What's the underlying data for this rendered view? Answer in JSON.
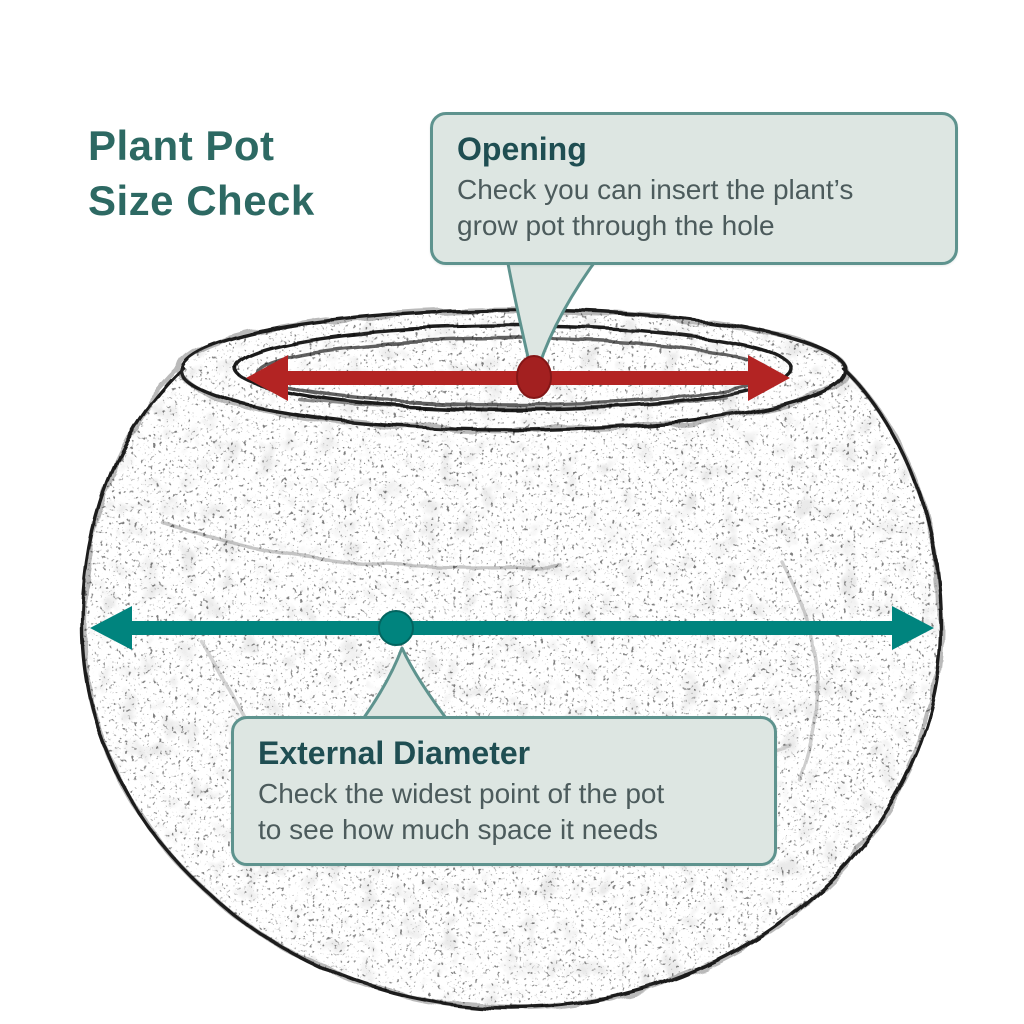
{
  "title": {
    "line1": "Plant Pot",
    "line2": "Size Check"
  },
  "callouts": {
    "opening": {
      "title": "Opening",
      "body_line1": "Check you can insert the plant’s",
      "body_line2": "grow pot through the hole"
    },
    "external": {
      "title": "External Diameter",
      "body_line1": "Check the widest point of the pot",
      "body_line2": "to see how much space it needs"
    }
  },
  "diagram": {
    "subject": "hand-sketched round plant pot",
    "opening_marker": {
      "type": "double-headed-arrow",
      "color": "#b32423",
      "indicates": "opening width across the pot hole"
    },
    "external_marker": {
      "type": "double-headed-arrow",
      "color": "#00847e",
      "indicates": "external diameter at widest point of pot"
    }
  },
  "colors": {
    "background": "#ffffff",
    "title_text": "#2d6963",
    "callout_background": "#dde6e2",
    "callout_border": "#5e938e",
    "callout_title_text": "#1f4e52",
    "callout_body_text": "#4c5b5c",
    "opening_arrow": "#b32423",
    "opening_dot": "#a32020",
    "external_arrow": "#00847e",
    "sketch_ink": "#1c1c1c"
  }
}
